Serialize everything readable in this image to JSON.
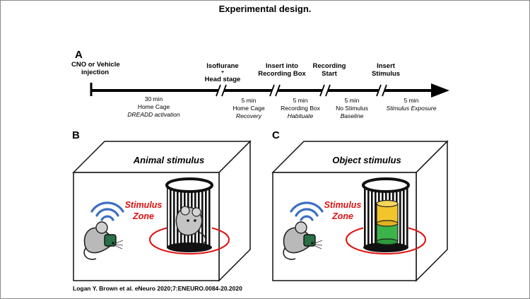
{
  "figure": {
    "title": "Experimental design.",
    "citation": "Logan Y. Brown et al. eNeuro 2020;7:ENEURO.0084-20.2020"
  },
  "panel_a": {
    "letter": "A",
    "timepoints": [
      {
        "lines": [
          "CNO or Vehicle",
          "injection"
        ]
      },
      {
        "lines": [
          "Isoflurane",
          "+",
          "Head stage"
        ]
      },
      {
        "lines": [
          "Insert into",
          "Recording Box"
        ]
      },
      {
        "lines": [
          "Recording",
          "Start"
        ]
      },
      {
        "lines": [
          "Insert",
          "Stimulus"
        ]
      }
    ],
    "segments": [
      {
        "duration": "30 min",
        "location": "Home Cage",
        "note": "DREADD activation"
      },
      {
        "duration": "5 min",
        "location": "Home Cage",
        "note": "Recovery"
      },
      {
        "duration": "5 min",
        "location": "Recording Box",
        "note": "Habituate"
      },
      {
        "duration": "5 min",
        "location": "No Stimulus",
        "note": "Baseline"
      },
      {
        "duration": "5 min",
        "location": "",
        "note": "Stimulus Exposure"
      }
    ]
  },
  "panel_b": {
    "letter": "B",
    "title": "Animal stimulus",
    "zone_line1": "Stimulus",
    "zone_line2": "Zone"
  },
  "panel_c": {
    "letter": "C",
    "title": "Object stimulus",
    "zone_line1": "Stimulus",
    "zone_line2": "Zone"
  },
  "colors": {
    "zone_red": "#e01010",
    "wifi_blue": "#3a6fc4",
    "object_yellow": "#f2c52c",
    "object_green": "#3cb449"
  }
}
